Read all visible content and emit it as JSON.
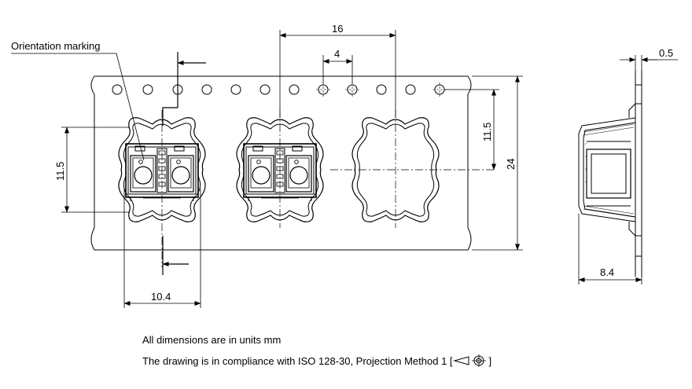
{
  "labels": {
    "orientation": "Orientation marking"
  },
  "dimensions": {
    "sprocket_pitch": "4",
    "pocket_pitch": "16",
    "thickness": "0.5",
    "pocket_height_left": "11.5",
    "pocket_height_right": "11.5",
    "tape_width": "24",
    "pocket_width": "10.4",
    "tape_depth": "8.4"
  },
  "notes": {
    "units": "All dimensions are in units mm",
    "compliance_prefix": "The drawing is in compliance with ISO 128-30, Projection Method 1 [",
    "compliance_suffix": "]"
  },
  "icons": {
    "projection_symbol": "first-angle-projection-icon",
    "feed_arrows": "arrow-left-icon"
  }
}
